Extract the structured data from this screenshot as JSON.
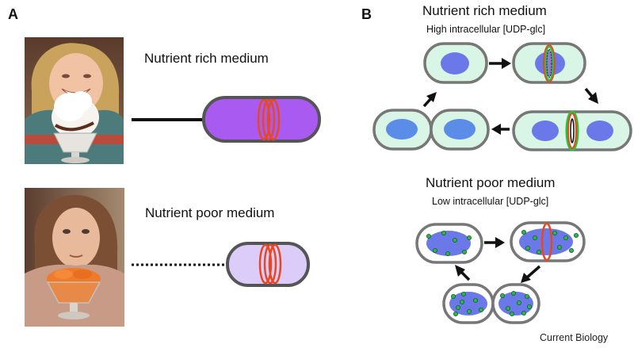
{
  "panel_a": {
    "letter": "A",
    "rich_label": "Nutrient rich medium",
    "poor_label": "Nutrient poor medium",
    "rich_photo_icon": "girl-with-ice-cream-sundae-photo",
    "poor_photo_icon": "girl-with-carrots-photo",
    "rich_cell_color": "#a95af0",
    "poor_cell_color": "#dcccfa",
    "ring_color": "#e8481f"
  },
  "panel_b": {
    "letter": "B",
    "rich_title": "Nutrient rich medium",
    "rich_subtitle": "High intracellular [UDP-glc]",
    "poor_title": "Nutrient poor medium",
    "poor_subtitle": "Low intracellular [UDP-glc]",
    "cell_fill": "#d8f5e6",
    "nucleoid_color": "#6b79e8",
    "granule_color": "#29b34a"
  },
  "credit": "Current Biology"
}
